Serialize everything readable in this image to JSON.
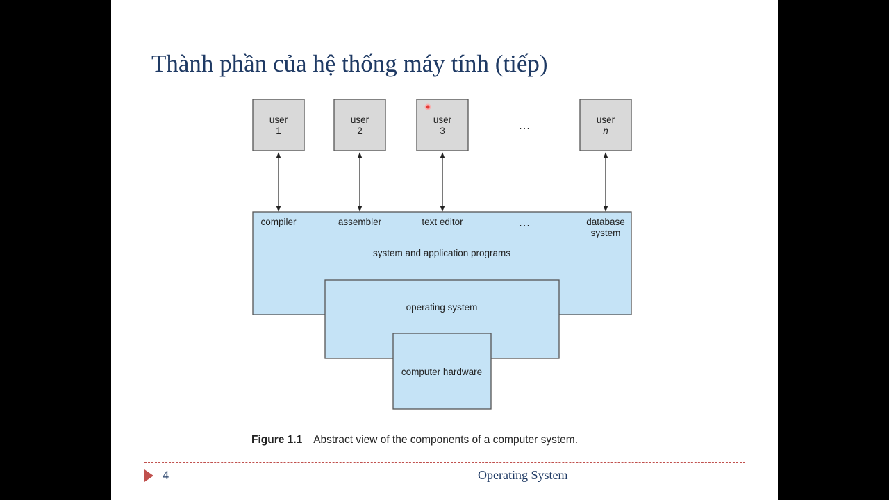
{
  "slide": {
    "title": "Thành phần của hệ thống máy tính (tiếp)",
    "page_number": "4",
    "footer_title": "Operating System"
  },
  "diagram": {
    "users": [
      {
        "label": "user",
        "id": "1"
      },
      {
        "label": "user",
        "id": "2"
      },
      {
        "label": "user",
        "id": "3"
      },
      {
        "label": "user",
        "id": "n"
      }
    ],
    "ellipsis": "…",
    "programs": {
      "items": [
        "compiler",
        "assembler",
        "text editor"
      ],
      "ellipsis": "…",
      "database_line1": "database",
      "database_line2": "system",
      "label": "system and application programs"
    },
    "os_label": "operating system",
    "hardware_label": "computer hardware",
    "caption_label": "Figure 1.1",
    "caption_text": "Abstract view of the components of a computer system."
  },
  "colors": {
    "title_blue": "#1f3a64",
    "accent_red": "#c0504d",
    "box_blue": "#c5e3f6",
    "box_gray": "#d9d9d9"
  }
}
